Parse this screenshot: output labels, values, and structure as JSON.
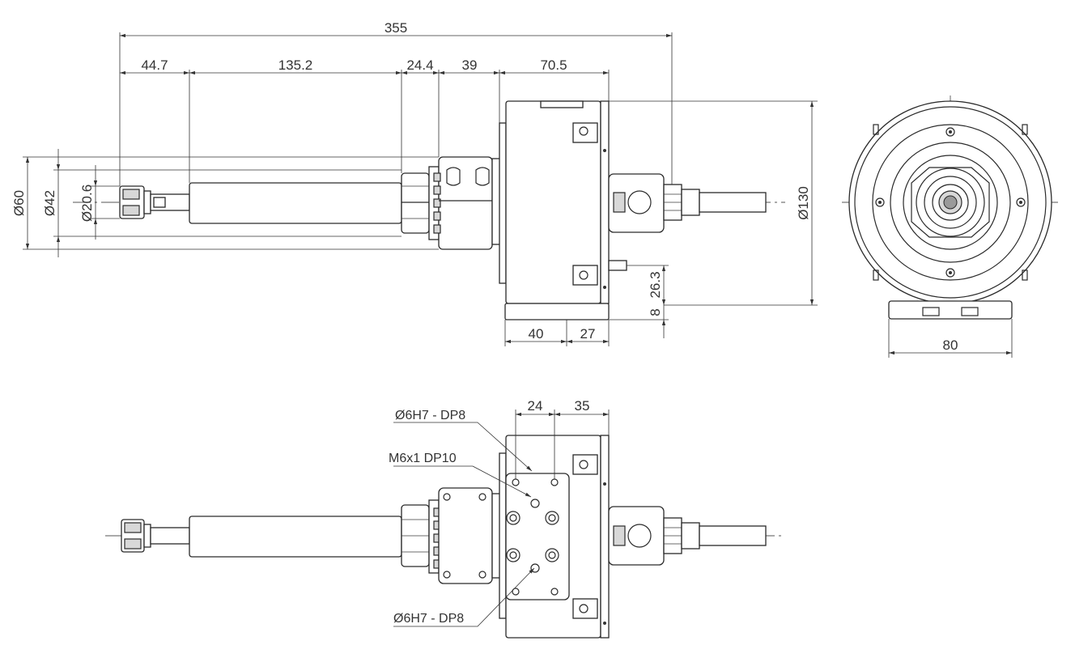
{
  "side_view": {
    "dims": {
      "overall_length": "355",
      "nut_length": "44.7",
      "shaft_length": "135.2",
      "collar_length": "24.4",
      "flange_length": "39",
      "housing_length": "70.5",
      "base_offset_a": "40",
      "base_offset_b": "27",
      "flange_dia": "Ø60",
      "body_dia": "Ø42",
      "collet_dia": "Ø20.6",
      "housing_dia": "Ø130",
      "port_height": "26.3",
      "base_thickness": "8"
    }
  },
  "front_view": {
    "dims": {
      "base_width": "80"
    }
  },
  "top_view": {
    "dims": {
      "hole_offset_a": "24",
      "hole_offset_b": "35"
    },
    "notes": {
      "pin_hole_top": "Ø6H7 - DP8",
      "thread": "M6x1 DP10",
      "pin_hole_bottom": "Ø6H7 - DP8"
    }
  }
}
